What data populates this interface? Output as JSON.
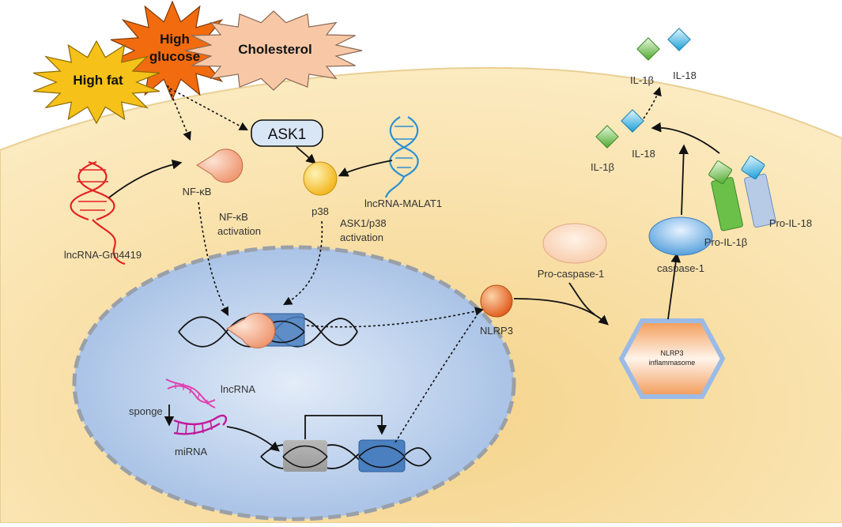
{
  "stimuli": {
    "high_glucose_line1": "High",
    "high_glucose_line2": "glucose",
    "cholesterol": "Cholesterol",
    "high_fat": "High fat"
  },
  "cytoplasm": {
    "ask1": "ASK1",
    "nfkb": "NF-κB",
    "p38": "p38",
    "lncrna_gm4419": "lncRNA-Gm4419",
    "lncrna_malat1": "lncRNA-MALAT1",
    "nfkb_activation_line1": "NF-κB",
    "nfkb_activation_line2": "activation",
    "ask1_p38_activation_line1": "ASK1/p38",
    "ask1_p38_activation_line2": "activation",
    "pro_caspase_1": "Pro-caspase-1",
    "nlrp3": "NLRP3",
    "caspase_1": "caspase-1",
    "inflammasome_line1": "NLRP3",
    "inflammasome_line2": "inflammasome",
    "pro_il_1b": "Pro-IL-1β",
    "pro_il_18": "Pro-IL-18",
    "il_1b_inner": "IL-1β",
    "il_18_inner": "IL-18"
  },
  "nucleus": {
    "lncrna": "lncRNA",
    "sponge": "sponge",
    "mirna": "miRNA"
  },
  "extracellular": {
    "il_1b_out": "IL-1β",
    "il_18_out": "IL-18"
  },
  "colors": {
    "cell": "#fbe7b6",
    "nucleus": "#a9c3e8",
    "gene_box": "#4a7fc0",
    "nfkb": "#f3a582",
    "p38": "#f6c435",
    "nlrp3": "#ea6a1f",
    "lncrna_red": "#e32222",
    "lncrna_blue": "#2f8fd0",
    "lncrna_pink": "#e040b0",
    "il1b": "#6bc04a",
    "il18": "#37b4e6"
  }
}
